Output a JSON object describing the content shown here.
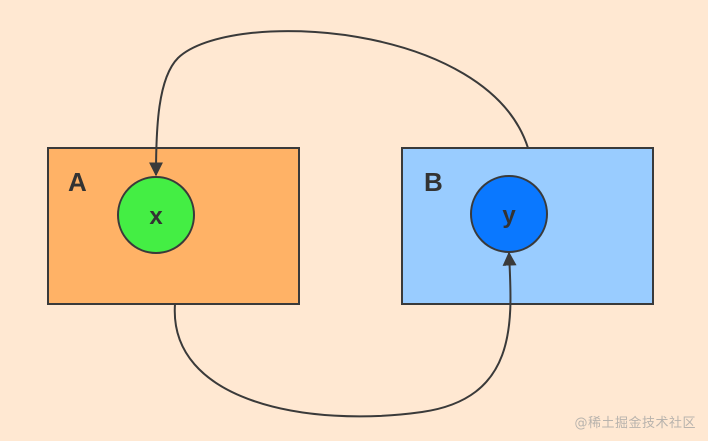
{
  "diagram": {
    "boxes": [
      {
        "id": "A",
        "label": "A",
        "fill": "#ffb266",
        "node": {
          "label": "x",
          "fill": "#44ee44"
        }
      },
      {
        "id": "B",
        "label": "B",
        "fill": "#99ccff",
        "node": {
          "label": "y",
          "fill": "#0a78ff"
        }
      }
    ],
    "arrows": [
      {
        "from": "B",
        "to": "x",
        "direction": "top"
      },
      {
        "from": "A",
        "to": "y",
        "direction": "bottom"
      }
    ]
  },
  "colors": {
    "background": "#ffe8d2",
    "stroke": "#3a3a3a",
    "label": "#333333"
  },
  "watermark": "@稀土掘金技术社区"
}
